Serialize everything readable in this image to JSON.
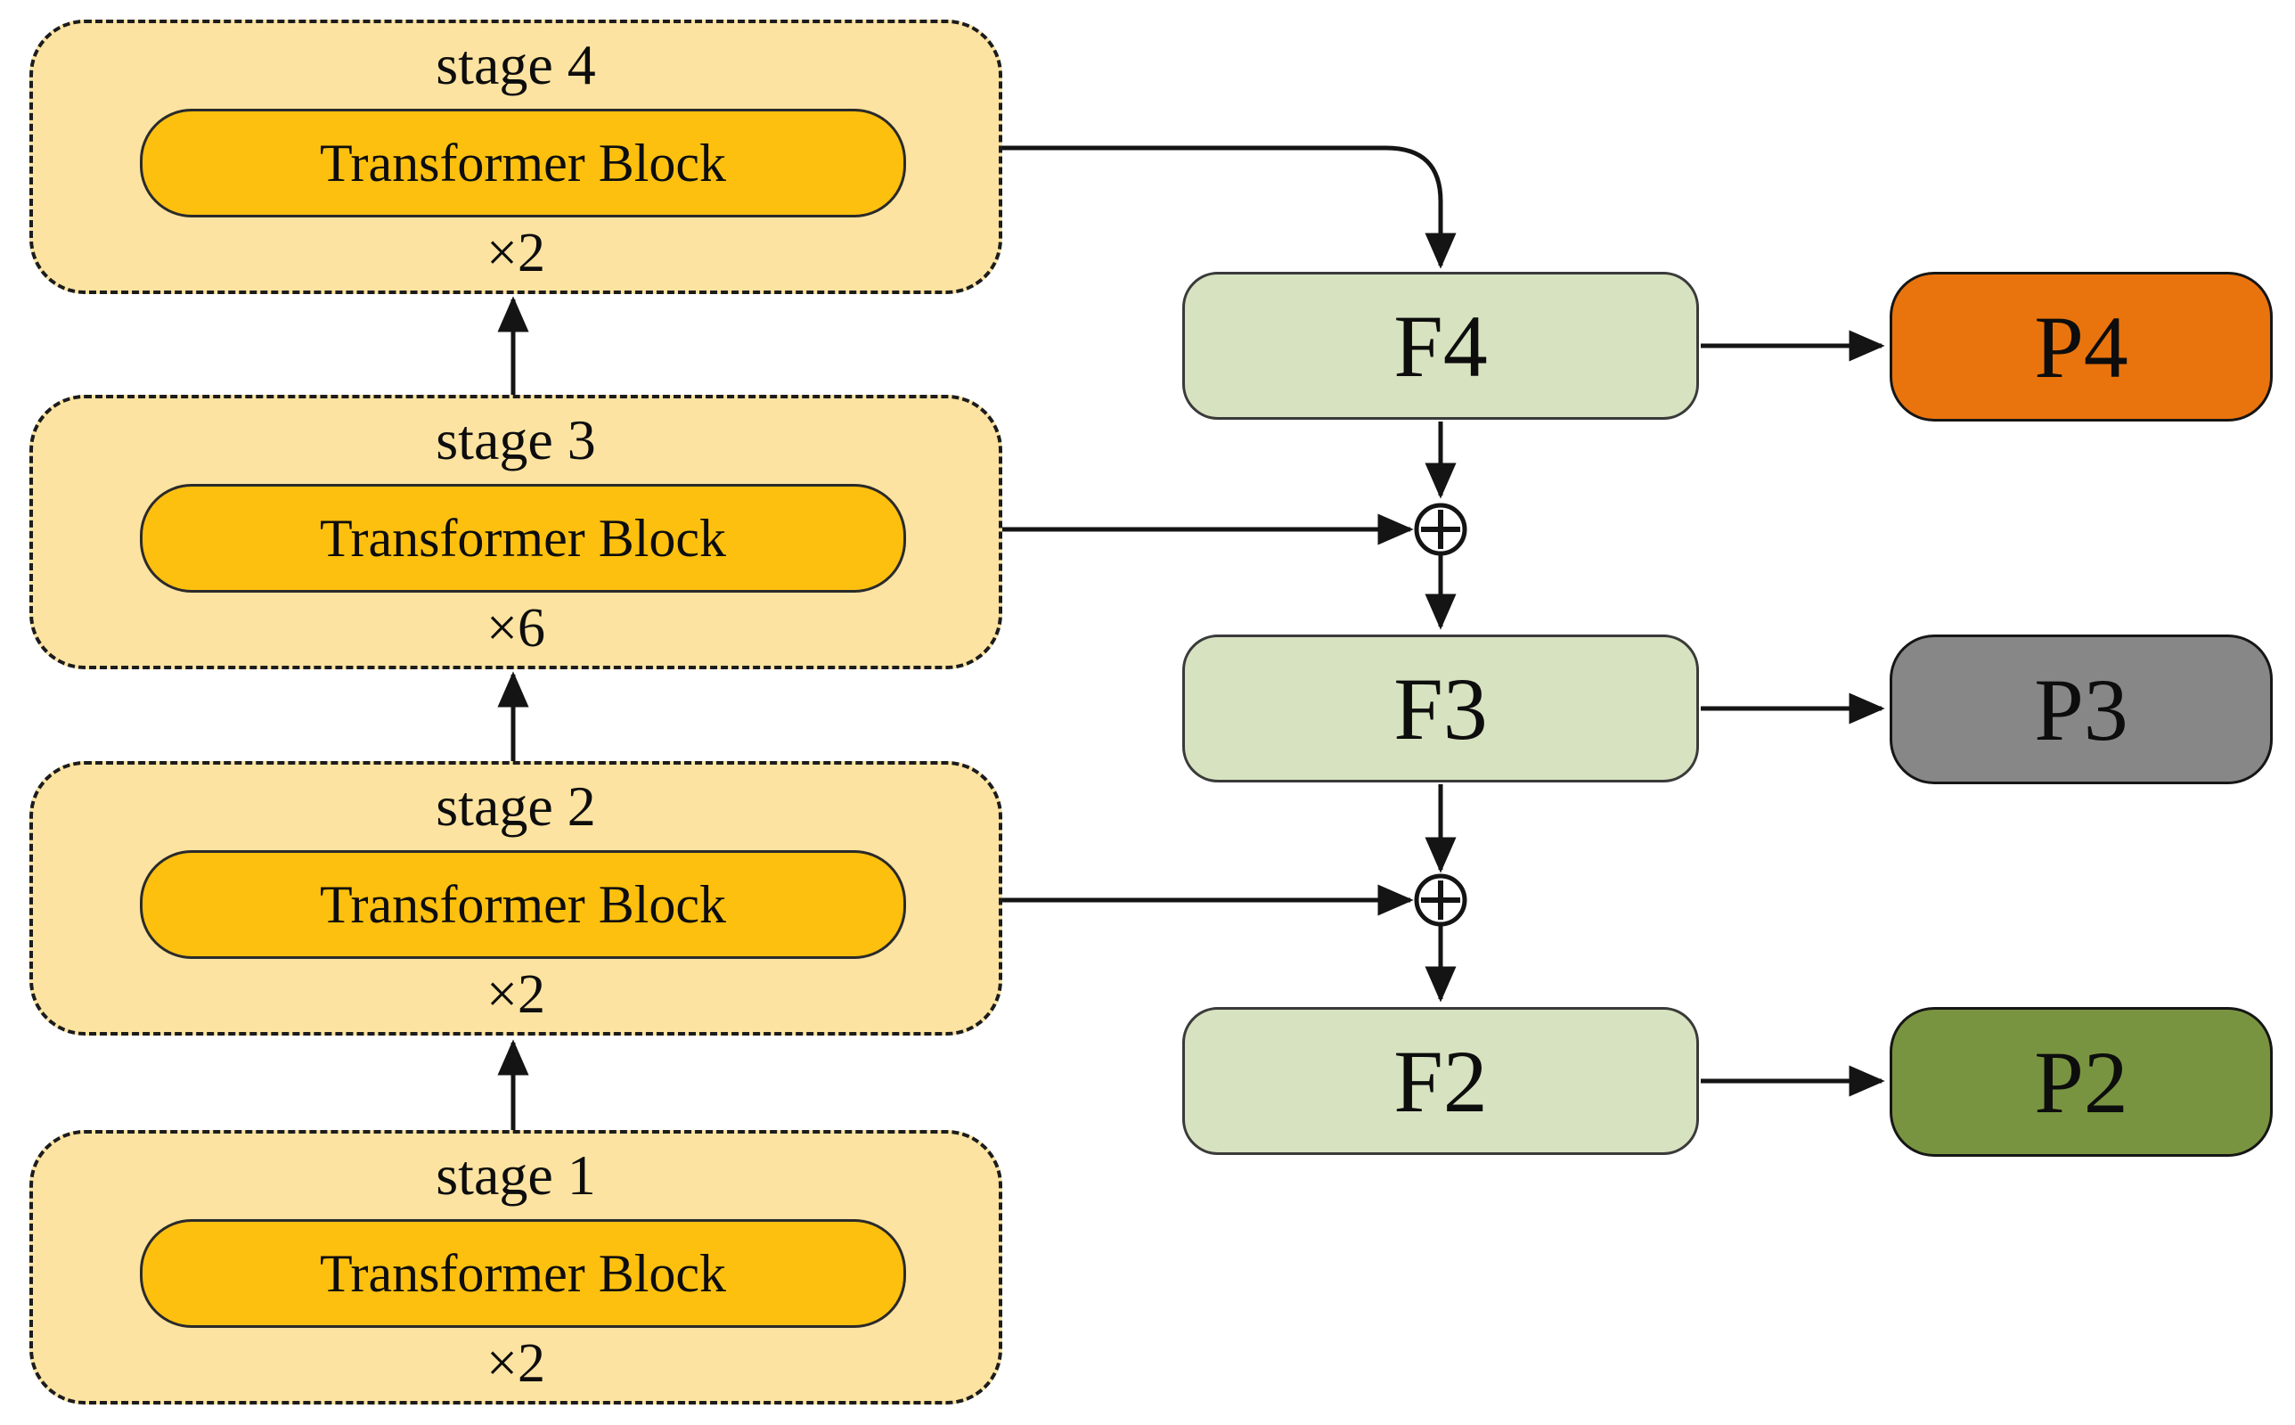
{
  "diagram": {
    "stages": [
      {
        "label": "stage 4",
        "block": "Transformer Block",
        "multiplier": "×2"
      },
      {
        "label": "stage 3",
        "block": "Transformer Block",
        "multiplier": "×6"
      },
      {
        "label": "stage 2",
        "block": "Transformer Block",
        "multiplier": "×2"
      },
      {
        "label": "stage 1",
        "block": "Transformer Block",
        "multiplier": "×2"
      }
    ],
    "fusion_nodes": [
      {
        "label": "F4"
      },
      {
        "label": "F3"
      },
      {
        "label": "F2"
      }
    ],
    "output_nodes": [
      {
        "label": "P4",
        "color": "#E9740D"
      },
      {
        "label": "P3",
        "color": "#878787"
      },
      {
        "label": "P2",
        "color": "#799440"
      }
    ],
    "operator_symbol": "⊕",
    "colors": {
      "stage_fill": "#FCE3A1",
      "block_fill": "#FDC00F",
      "fusion_fill": "#D7E2C0",
      "line": "#141414",
      "background": "#FFFFFF"
    }
  }
}
